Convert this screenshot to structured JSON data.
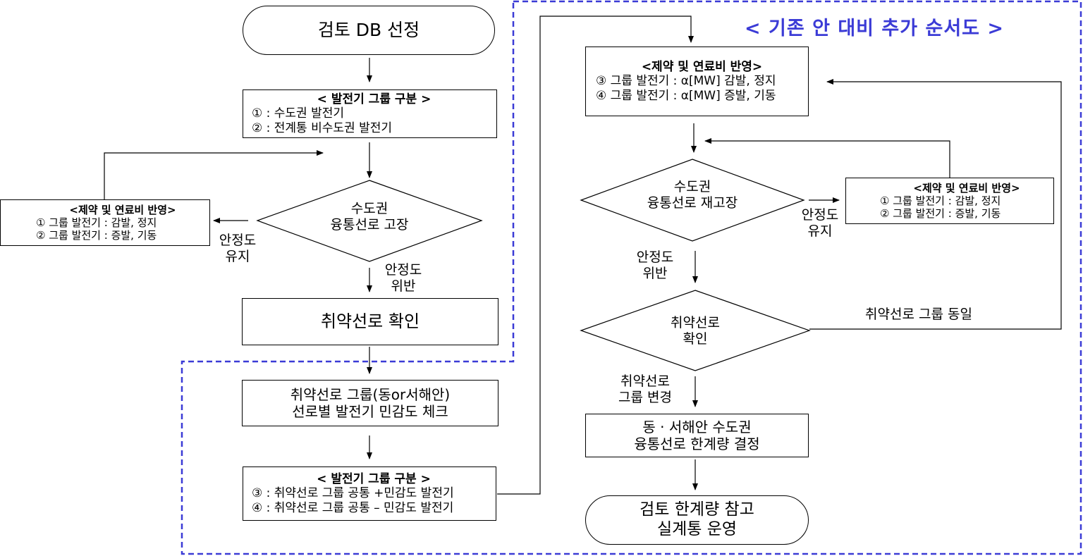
{
  "headline": "< 기존 안 대비 추가 순서도 >",
  "nodes": {
    "start": "검토 DB 선정",
    "group_a": {
      "title": "< 발전기 그룹 구분 >",
      "lines": [
        "① : 수도권 발전기",
        "② : 전계통 비수도권 발전기"
      ]
    },
    "constraint_left": {
      "title": "<제약 및 연료비 반영>",
      "lines": [
        "① 그룹 발전기 : 감발, 정지",
        "② 그룹 발전기 : 증발, 기동"
      ]
    },
    "decision_fault": [
      "수도권",
      "융통선로 고장"
    ],
    "weak_check": "취약선로 확인",
    "sensitivity": [
      "취약선로 그룹(동or서해안)",
      "선로별 발전기 민감도 체크"
    ],
    "group_b": {
      "title": "< 발전기 그룹 구분 >",
      "lines": [
        "③ : 취약선로 그룹 공통 +민감도 발전기",
        "④ : 취약선로 그룹 공통 – 민감도 발전기"
      ]
    },
    "constraint_top": {
      "title": "<제약 및 연료비 반영>",
      "lines": [
        "③ 그룹 발전기 : α[MW] 감발, 정지",
        "④ 그룹 발전기 : α[MW] 증발, 기동"
      ]
    },
    "decision_refault": [
      "수도권",
      "융통선로 재고장"
    ],
    "constraint_right": {
      "title": "<제약 및 연료비 반영>",
      "lines": [
        "① 그룹 발전기 : 감발, 정지",
        "② 그룹 발전기 : 증발, 기동"
      ]
    },
    "decision_weak": [
      "취약선로",
      "확인"
    ],
    "limit_decision": [
      "동 · 서해안 수도권",
      "융통선로 한계량 결정"
    ],
    "end": [
      "검토 한계량 참고",
      "실계통 운영"
    ]
  },
  "labels": {
    "stable_left": [
      "안정도",
      "유지"
    ],
    "violation_left": [
      "안정도",
      "위반"
    ],
    "stable_right": [
      "안정도",
      "유지"
    ],
    "violation_right": [
      "안정도",
      "위반"
    ],
    "same_group": "취약선로 그룹 동일",
    "group_change": [
      "취약선로",
      "그룹 변경"
    ]
  },
  "colors": {
    "dashed_border": "#3b3bd6",
    "headline": "#3b3bd6",
    "stroke": "#000000"
  }
}
